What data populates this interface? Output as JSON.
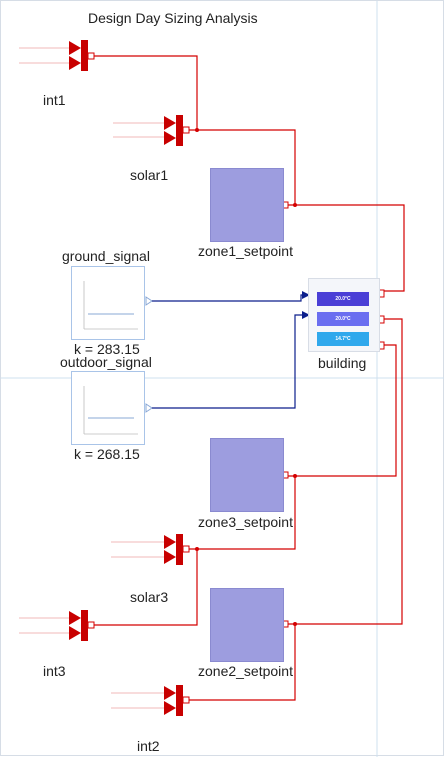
{
  "title": "Design Day Sizing Analysis",
  "blocks": {
    "int1": "int1",
    "solar1": "solar1",
    "zone1_setpoint": "zone1_setpoint",
    "ground_signal": "ground_signal",
    "ground_k": "k = 283.15",
    "outdoor_signal": "outdoor_signal",
    "outdoor_k": "k = 268.15",
    "building": "building",
    "zone3_setpoint": "zone3_setpoint",
    "solar3": "solar3",
    "int3": "int3",
    "zone2_setpoint": "zone2_setpoint",
    "int2": "int2"
  },
  "building_panel": {
    "zones": [
      {
        "value": "20.0°C",
        "color": "#4a3fd6"
      },
      {
        "value": "20.0°C",
        "color": "#6a6ef0"
      },
      {
        "value": "14.7°C",
        "color": "#2fa8ec"
      }
    ]
  },
  "colors": {
    "red_wire": "#d40000",
    "blue_wire": "#0c1f8c",
    "setpoint_fill": "#9d9ddf",
    "grid_line": "#cfe0ef"
  }
}
